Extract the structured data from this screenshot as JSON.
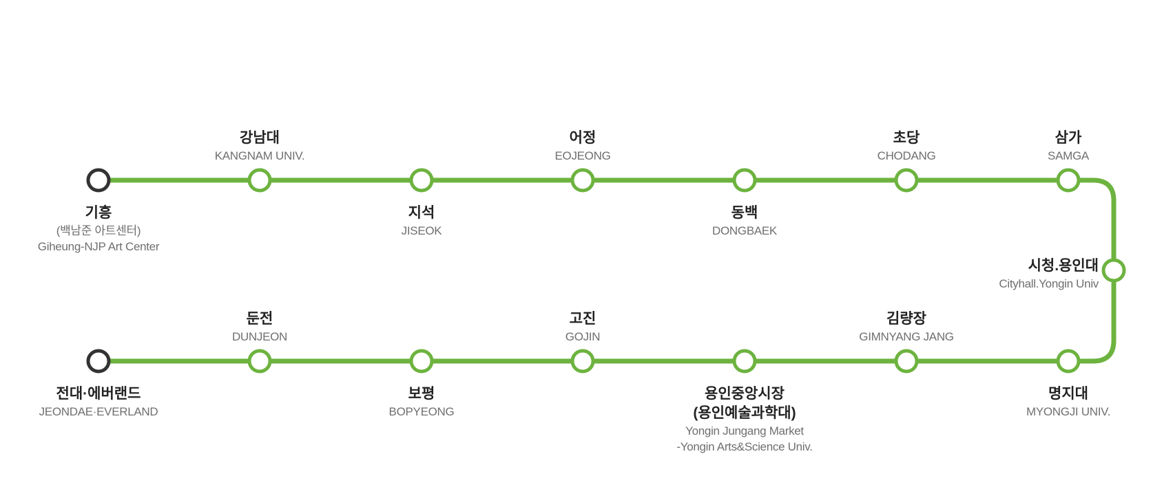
{
  "colors": {
    "line": "#6db33f",
    "terminal_stroke": "#333333",
    "station_fill": "#ffffff",
    "korean_text": "#222222",
    "english_text": "#6f6f6f"
  },
  "stations": [
    {
      "id": "giheung",
      "kr": [
        "기흥"
      ],
      "en": [
        "(백남준 아트센터)",
        "Giheung-NJP Art Center"
      ],
      "terminal": true
    },
    {
      "id": "kangnam-univ",
      "kr": [
        "강남대"
      ],
      "en": [
        "KANGNAM UNIV."
      ],
      "terminal": false
    },
    {
      "id": "jiseok",
      "kr": [
        "지석"
      ],
      "en": [
        "JISEOK"
      ],
      "terminal": false
    },
    {
      "id": "eojeong",
      "kr": [
        "어정"
      ],
      "en": [
        "EOJEONG"
      ],
      "terminal": false
    },
    {
      "id": "dongbaek",
      "kr": [
        "동백"
      ],
      "en": [
        "DONGBAEK"
      ],
      "terminal": false
    },
    {
      "id": "chodang",
      "kr": [
        "초당"
      ],
      "en": [
        "CHODANG"
      ],
      "terminal": false
    },
    {
      "id": "samga",
      "kr": [
        "삼가"
      ],
      "en": [
        "SAMGA"
      ],
      "terminal": false
    },
    {
      "id": "cityhall-yongin-univ",
      "kr": [
        "시청.용인대"
      ],
      "en": [
        "Cityhall.Yongin Univ"
      ],
      "terminal": false
    },
    {
      "id": "myongji-univ",
      "kr": [
        "명지대"
      ],
      "en": [
        "MYONGJI UNIV."
      ],
      "terminal": false
    },
    {
      "id": "gimnyang-jang",
      "kr": [
        "김량장"
      ],
      "en": [
        "GIMNYANG JANG"
      ],
      "terminal": false
    },
    {
      "id": "yongin-jungang-market",
      "kr": [
        "용인중앙시장",
        "(용인예술과학대)"
      ],
      "en": [
        "Yongin Jungang Market",
        "-Yongin Arts&Science Univ."
      ],
      "terminal": false
    },
    {
      "id": "gojin",
      "kr": [
        "고진"
      ],
      "en": [
        "GOJIN"
      ],
      "terminal": false
    },
    {
      "id": "bopyeong",
      "kr": [
        "보평"
      ],
      "en": [
        "BOPYEONG"
      ],
      "terminal": false
    },
    {
      "id": "dunjeon",
      "kr": [
        "둔전"
      ],
      "en": [
        "DUNJEON"
      ],
      "terminal": false
    },
    {
      "id": "jeondae-everland",
      "kr": [
        "전대·에버랜드"
      ],
      "en": [
        "JEONDAE·EVERLAND"
      ],
      "terminal": true
    }
  ]
}
